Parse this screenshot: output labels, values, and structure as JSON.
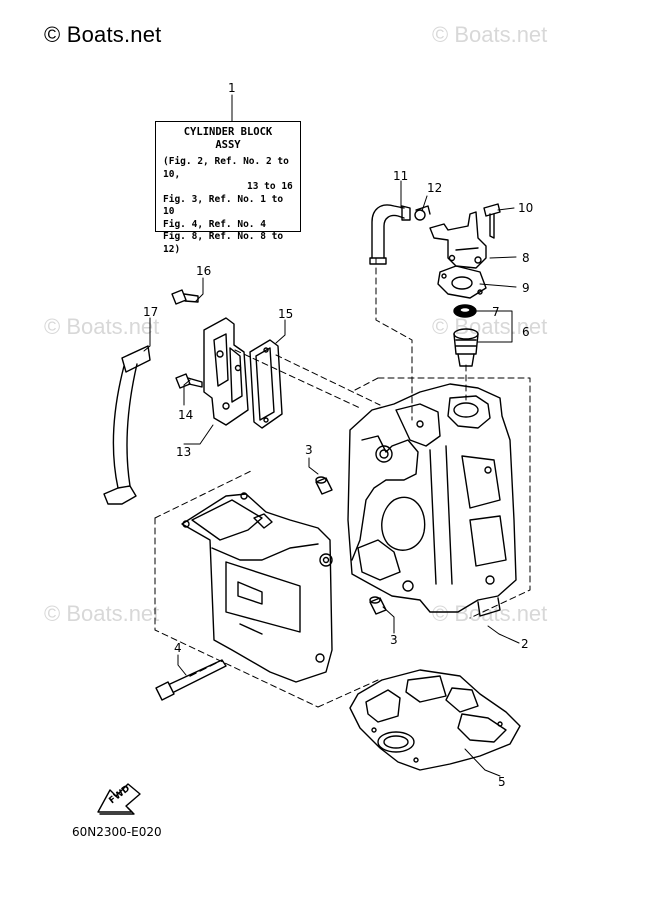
{
  "header": {
    "brand": "© Boats.net",
    "watermark": "© Boats.net"
  },
  "caption_box": {
    "line1": "CYLINDER BLOCK",
    "line2": "ASSY",
    "refs": [
      "(Fig. 2, Ref. No. 2 to 10,",
      "13 to 16",
      "Fig. 3, Ref. No. 1 to 10",
      "Fig. 4, Ref. No. 4",
      "Fig. 8, Ref. No. 8 to 12)"
    ]
  },
  "callouts": {
    "c1": "1",
    "c2": "2",
    "c3a": "3",
    "c3b": "3",
    "c4": "4",
    "c5": "5",
    "c6": "6",
    "c7": "7",
    "c8": "8",
    "c9": "9",
    "c10": "10",
    "c11": "11",
    "c12": "12",
    "c13": "13",
    "c14": "14",
    "c15": "15",
    "c16": "16",
    "c17": "17"
  },
  "fwd_label": "FWD",
  "part_code": "60N2300-E020"
}
